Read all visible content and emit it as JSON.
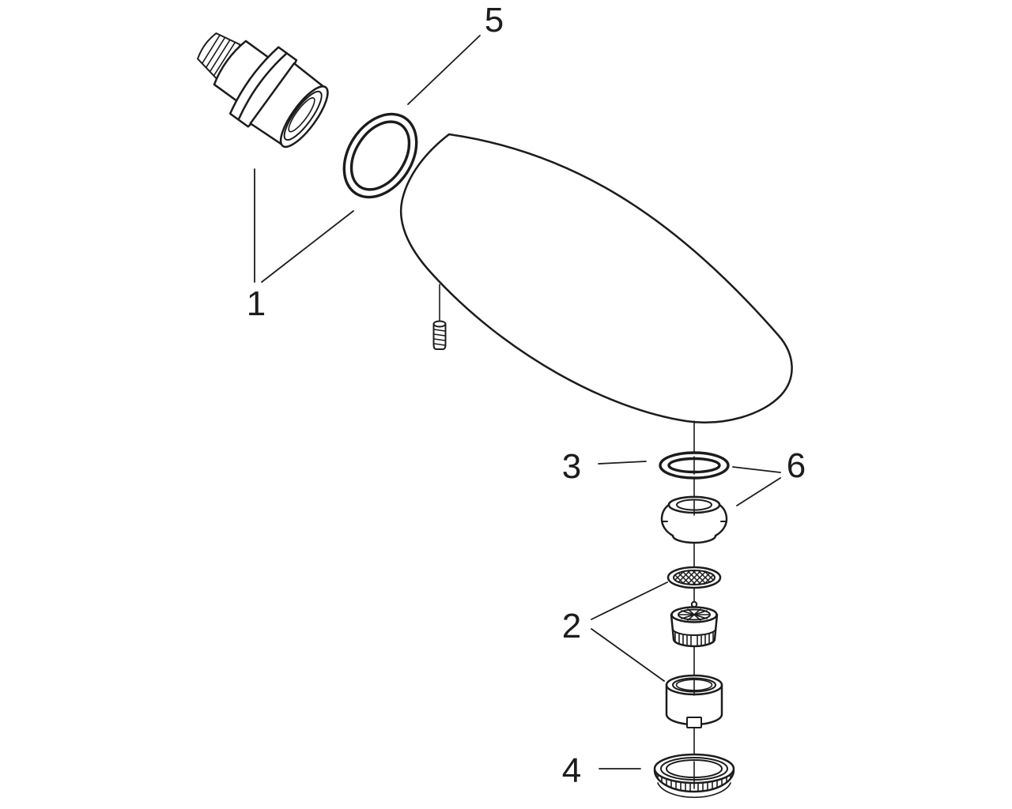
{
  "figure": {
    "kind": "exploded-parts-diagram",
    "background_color": "#ffffff",
    "line_color": "#1c1c1c",
    "callouts": [
      {
        "label": "1"
      },
      {
        "label": "2"
      },
      {
        "label": "3"
      },
      {
        "label": "4"
      },
      {
        "label": "5"
      },
      {
        "label": "6"
      }
    ]
  }
}
